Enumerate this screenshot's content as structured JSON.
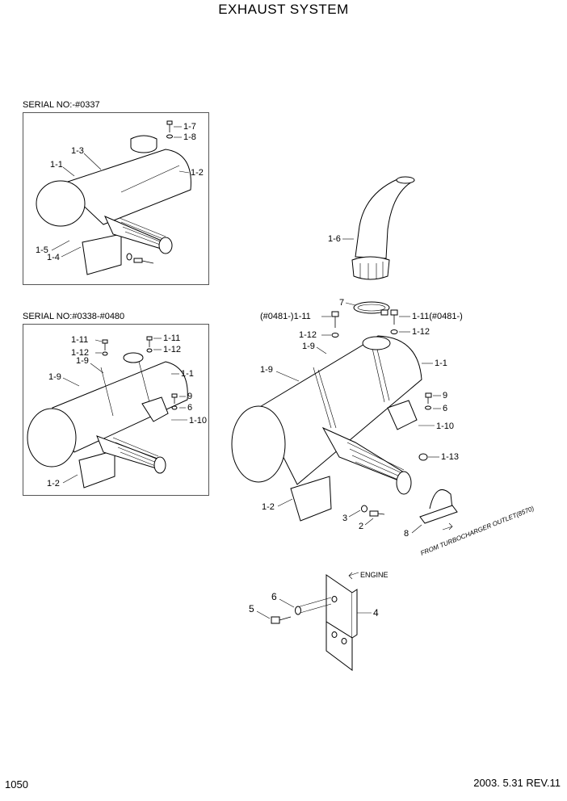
{
  "title": "EXHAUST SYSTEM",
  "page_number": "1050",
  "revision": "2003. 5.31  REV.11",
  "serial_1": "SERIAL NO:-#0337",
  "serial_2": "SERIAL NO:#0338-#0480",
  "turbo_note": "FROM TURBOCHARGER OUTLET(8570)",
  "engine_note": "ENGINE",
  "box1_labels": [
    "1-7",
    "1-8",
    "1-3",
    "1-1",
    "1-2",
    "1-5",
    "1-4"
  ],
  "box2_labels": [
    "1-11",
    "1-11",
    "1-12",
    "1-12",
    "1-9",
    "1-1",
    "1-9",
    "9",
    "6",
    "1-10",
    "1-2"
  ],
  "main_labels": [
    "1-6",
    "7",
    "(#0481-)1-11",
    "1-11(#0481-)",
    "1-12",
    "1-12",
    "1-9",
    "1-1",
    "1-9",
    "9",
    "6",
    "1-10",
    "1-13",
    "3",
    "2",
    "8",
    "1-2"
  ],
  "bracket_labels": [
    "6",
    "5",
    "4"
  ]
}
